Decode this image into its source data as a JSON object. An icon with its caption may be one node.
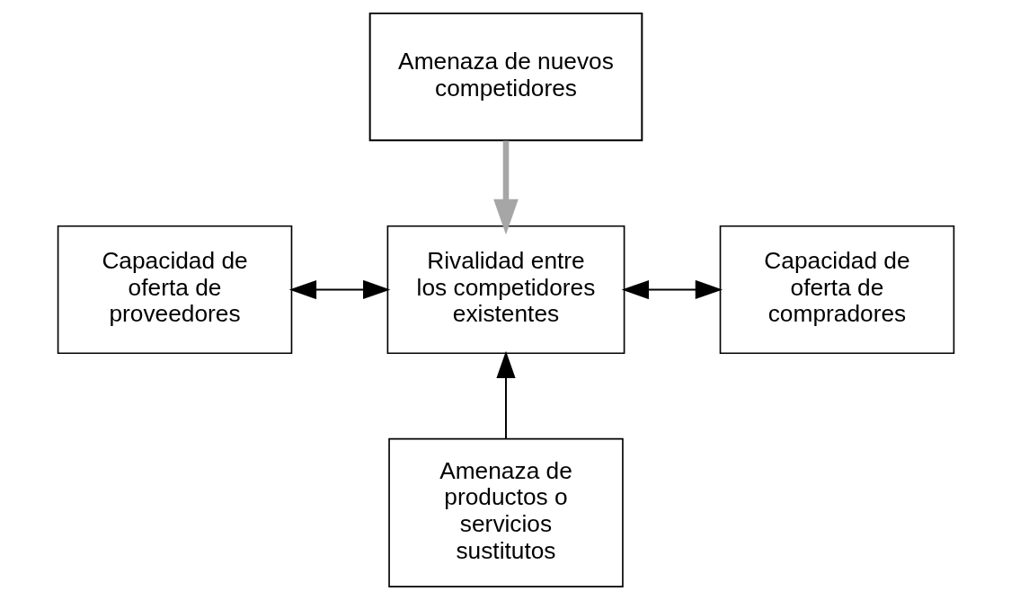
{
  "diagram": {
    "nodes": [
      {
        "text": [
          "Amenaza de nuevos competidores"
        ]
      },
      {
        "text": [
          "Capacidad de oferta de proveedores"
        ]
      },
      {
        "text": [
          "Rivalidad entre los competidores existentes"
        ]
      },
      {
        "text": [
          "Capacidad de oferta de compradores"
        ]
      },
      {
        "text": [
          "Amenaza de productos o servicios sustitutos"
        ]
      }
    ],
    "edges": [
      {
        "from": 0,
        "to": 2,
        "arrow": "to",
        "style": "thick",
        "color": "#a6a6a6"
      },
      {
        "from": 1,
        "to": 2,
        "arrow": "both"
      },
      {
        "from": 3,
        "to": 2,
        "arrow": "both"
      },
      {
        "from": 4,
        "to": 2,
        "arrow": "to"
      }
    ]
  }
}
